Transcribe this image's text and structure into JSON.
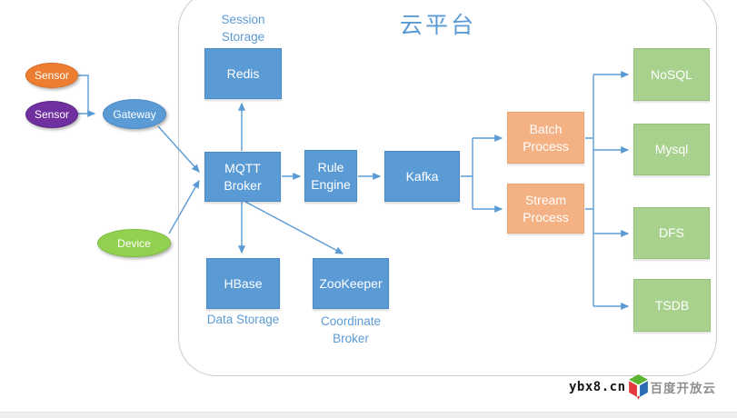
{
  "title": "云平台",
  "nodes": {
    "sensor1": {
      "label": "Sensor"
    },
    "sensor2": {
      "label": "Sensor"
    },
    "gateway": {
      "label": "Gateway"
    },
    "device": {
      "label": "Device"
    },
    "redis": {
      "label": "Redis",
      "caption": "Session Storage"
    },
    "mqtt_broker": {
      "label": "MQTT Broker"
    },
    "rule_engine": {
      "label": "Rule Engine"
    },
    "kafka": {
      "label": "Kafka"
    },
    "batch_process": {
      "label": "Batch Process"
    },
    "stream_process": {
      "label": "Stream Process"
    },
    "hbase": {
      "label": "HBase",
      "caption": "Data Storage"
    },
    "zookeeper": {
      "label": "ZooKeeper",
      "caption": "Coordinate Broker"
    },
    "nosql": {
      "label": "NoSQL"
    },
    "mysql": {
      "label": "Mysql"
    },
    "dfs": {
      "label": "DFS"
    },
    "tsdb": {
      "label": "TSDB"
    }
  },
  "colors": {
    "box_blue": "#5B9BD5",
    "box_orange": "#F4B183",
    "box_green": "#A9D18E",
    "ellipse_orange": "#ED7D31",
    "ellipse_purple": "#7030A0",
    "ellipse_blue": "#5B9BD5",
    "ellipse_green": "#92D050",
    "connector": "#5B9BD5",
    "caption_text": "#5B9BD5",
    "boundary_stroke": "#cbcbcb"
  },
  "watermark": {
    "site": "ybx8.cn",
    "brand": "百度开放云"
  }
}
